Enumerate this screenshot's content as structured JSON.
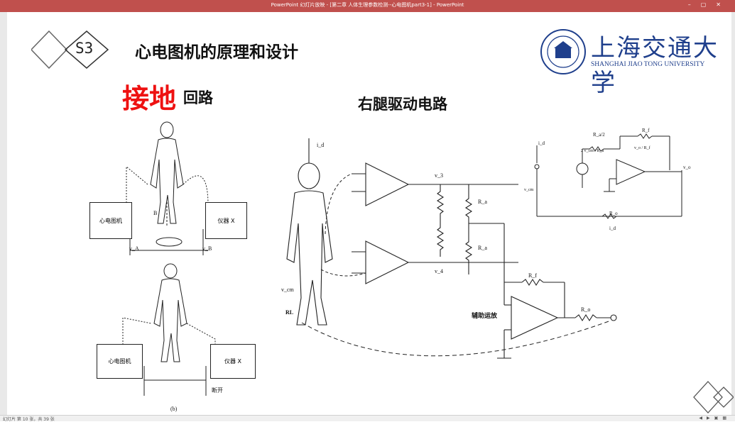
{
  "window": {
    "title": "PowerPoint 幻灯片放映 - [第二章 人体生理参数检测--心电图机part3-1] - PowerPoint"
  },
  "slide": {
    "section_badge": "S3",
    "title": "心电图机的原理和设计",
    "grounding_title_highlight": "接地",
    "grounding_title_rest": "回路",
    "rl_drive_title": "右腿驱动电路",
    "logo": {
      "chinese": "上海交通大学",
      "english": "SHANGHAI JIAO TONG UNIVERSITY"
    },
    "fig_left": {
      "box_ecg": "心电图机",
      "box_instrument": "仪器 X",
      "va": "v_A",
      "vb": "v_B",
      "label_b": "B",
      "box_ecg2": "心电图机",
      "box_instrument2": "仪器 X",
      "disconnect": "断开",
      "caption_b": "(b)"
    },
    "fig_center": {
      "id": "i_d",
      "v3": "v_3",
      "v4": "v_4",
      "ra": "R_a",
      "rf": "R_f",
      "ro": "R_o",
      "vcm": "v_cm",
      "rl": "RL",
      "aux_amp": "辅助运放"
    },
    "fig_right": {
      "id": "i_d",
      "ra2": "R_a/2",
      "rf": "R_f",
      "cur1": "2 v_cm / R_a",
      "cur2": "v_o / R_f",
      "vcm": "v_cm",
      "vo": "v_o",
      "ro": "R_o",
      "id2": "i_d"
    }
  },
  "status": {
    "slide_counter": "幻灯片 第 10 张，共 39 张"
  },
  "colors": {
    "accent_red": "#e11111",
    "logo_blue": "#1f3f8c",
    "titlebar": "#c0504d"
  }
}
